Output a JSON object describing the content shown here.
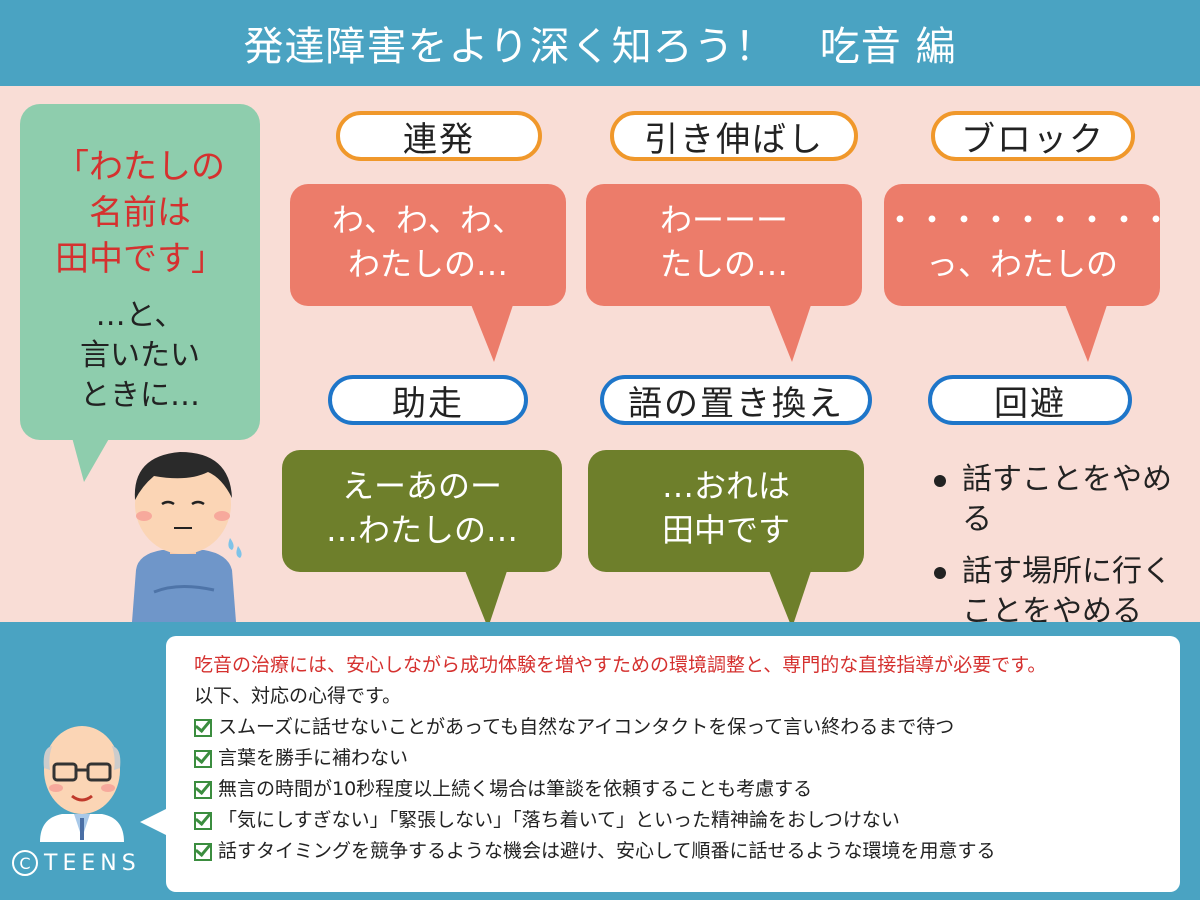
{
  "title": {
    "left": "発達障害をより深く知ろう！",
    "right": "吃音 編"
  },
  "intro": {
    "quote_lines": [
      "「わたしの",
      "名前は",
      "田中です」"
    ],
    "sub_lines": [
      "…と、",
      "言いたい",
      "ときに…"
    ]
  },
  "types": [
    {
      "label": "連発",
      "lines": [
        "わ、わ、わ、",
        "わたしの…"
      ]
    },
    {
      "label": "引き伸ばし",
      "lines": [
        "わーーー",
        "たしの…"
      ]
    },
    {
      "label": "ブロック",
      "lines": [
        "・・・・・・・・・",
        "っ、わたしの"
      ]
    },
    {
      "label": "助走",
      "lines": [
        "えーあのー",
        "…わたしの…"
      ]
    },
    {
      "label": "語の置き換え",
      "lines": [
        "…おれは",
        "田中です"
      ]
    },
    {
      "label": "回避",
      "items": [
        "話すことをやめる",
        "話す場所に行く ことをやめる"
      ]
    }
  ],
  "notes": {
    "lead": "吃音の治療には、安心しながら成功体験を増やすための環境調整と、専門的な直接指導が必要です。",
    "intro": "以下、対応の心得です。",
    "items": [
      "スムーズに話せないことがあっても自然なアイコンタクトを保って言い終わるまで待つ",
      "言葉を勝手に補わない",
      "無言の時間が10秒程度以上続く場合は筆談を依頼することも考慮する",
      "「気にしすぎない」「緊張しない」「落ち着いて」といった精神論をおしつけない",
      "話すタイミングを競争するような機会は避け、安心して順番に話せるような環境を用意する"
    ]
  },
  "copyright": {
    "symbol": "C",
    "text": "TEENS"
  },
  "colors": {
    "header": "#4aa3c2",
    "background": "#f9ddd6",
    "salmon": "#ec7c6a",
    "olive": "#6e7f2b",
    "orange_border": "#f0982b",
    "blue_border": "#1f76c9",
    "accent_red": "#d5312f"
  }
}
